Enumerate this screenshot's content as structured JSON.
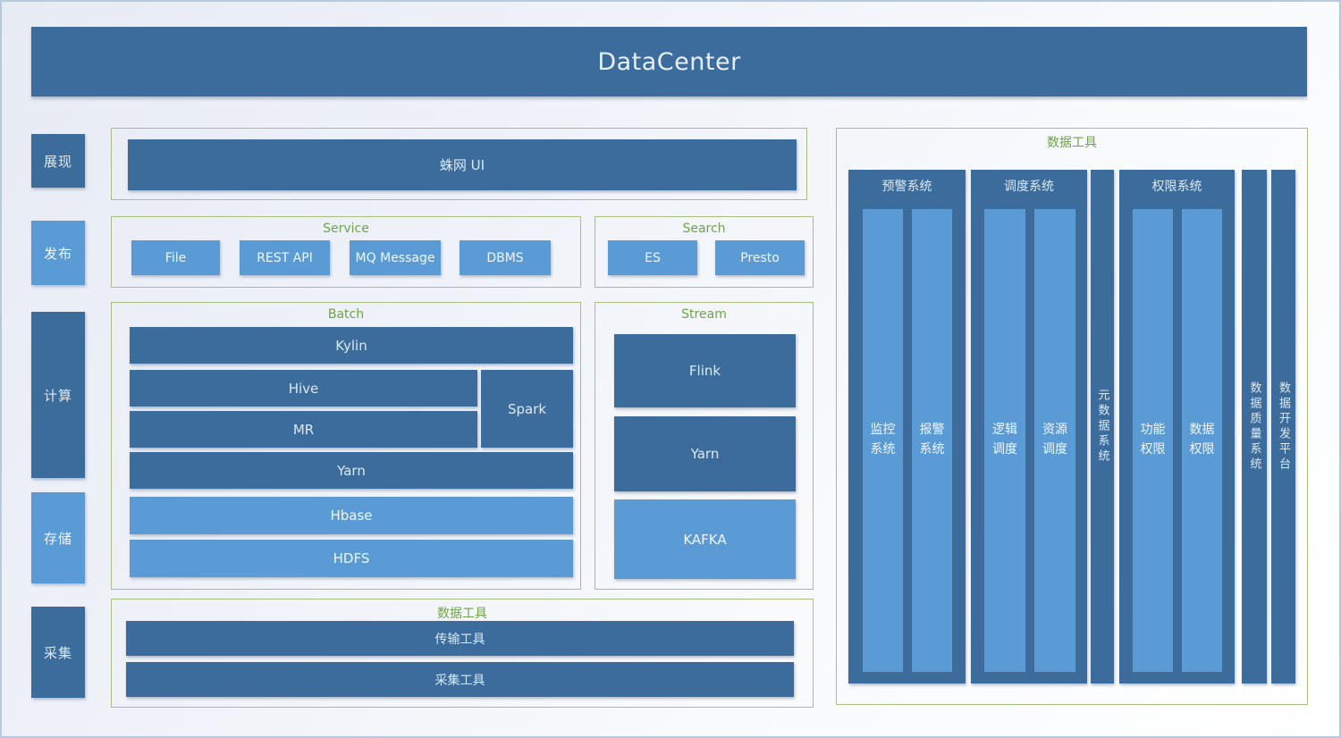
{
  "banner": {
    "title": "DataCenter"
  },
  "sidebar": {
    "items": [
      {
        "label": "展现"
      },
      {
        "label": "发布"
      },
      {
        "label": "计算"
      },
      {
        "label": "存储"
      },
      {
        "label": "采集"
      }
    ]
  },
  "ui_section": {
    "label": "蛛网 UI"
  },
  "service": {
    "title": "Service",
    "items": [
      "File",
      "REST API",
      "MQ Message",
      "DBMS"
    ]
  },
  "search": {
    "title": "Search",
    "items": [
      "ES",
      "Presto"
    ]
  },
  "batch": {
    "title": "Batch",
    "items": [
      "Kylin",
      "Hive",
      "MR",
      "Spark",
      "Yarn",
      "Hbase",
      "HDFS"
    ]
  },
  "stream": {
    "title": "Stream",
    "items": [
      "Flink",
      "Yarn",
      "KAFKA"
    ]
  },
  "bottom_tools": {
    "title": "数据工具",
    "items": [
      "传输工具",
      "采集工具"
    ]
  },
  "right_tools": {
    "title": "数据工具",
    "groups": [
      {
        "title": "预警系统",
        "columns": [
          "监控系统",
          "报警系统"
        ]
      },
      {
        "title": "调度系统",
        "columns": [
          "逻辑调度",
          "资源调度"
        ]
      },
      {
        "title": "权限系统",
        "columns": [
          "功能权限",
          "数据权限"
        ]
      }
    ],
    "pillars": [
      "元数据系统",
      "数据质量系统",
      "数据开发平台"
    ]
  },
  "colors": {
    "dark_blue": "#3c6c9b",
    "light_blue": "#5b9bd5",
    "green_text": "#6fa348",
    "green_border": "#a9bf7e"
  }
}
